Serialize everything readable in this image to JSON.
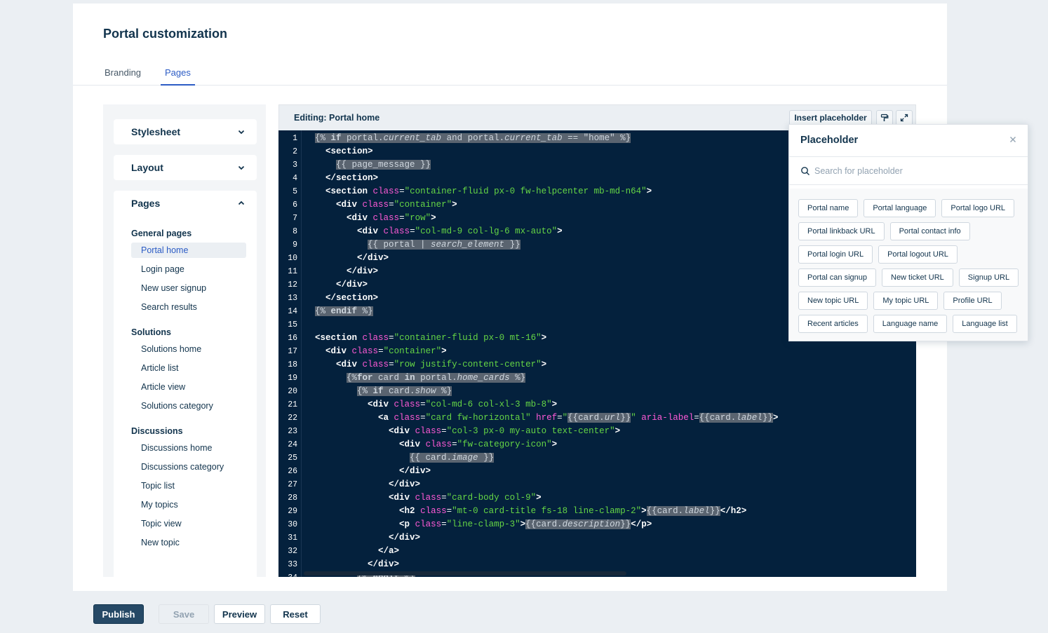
{
  "page": {
    "title": "Portal customization"
  },
  "tabs": [
    {
      "label": "Branding",
      "active": false
    },
    {
      "label": "Pages",
      "active": true
    }
  ],
  "sidebar": {
    "sections": [
      {
        "label": "Stylesheet",
        "expanded": false
      },
      {
        "label": "Layout",
        "expanded": false
      },
      {
        "label": "Pages",
        "expanded": true
      }
    ],
    "groups": [
      {
        "title": "General pages",
        "items": [
          "Portal home",
          "Login page",
          "New user signup",
          "Search results"
        ]
      },
      {
        "title": "Solutions",
        "items": [
          "Solutions home",
          "Article list",
          "Article view",
          "Solutions category"
        ]
      },
      {
        "title": "Discussions",
        "items": [
          "Discussions home",
          "Discussions category",
          "Topic list",
          "My topics",
          "Topic view",
          "New topic"
        ]
      }
    ],
    "active_item": "Portal home"
  },
  "editor": {
    "title": "Editing: Portal home",
    "insert_label": "Insert placeholder",
    "line_count": 34
  },
  "placeholder_panel": {
    "title": "Placeholder",
    "search_placeholder": "Search for placeholder",
    "chips": [
      "Portal name",
      "Portal language",
      "Portal logo URL",
      "Portal linkback URL",
      "Portal contact info",
      "Portal login URL",
      "Portal logout URL",
      "Portal can signup",
      "New ticket URL",
      "Signup URL",
      "New topic URL",
      "My topic URL",
      "Profile URL",
      "Recent articles",
      "Language name",
      "Language list"
    ]
  },
  "footer": {
    "publish": "Publish",
    "save": "Save",
    "preview": "Preview",
    "reset": "Reset"
  },
  "icons": {
    "chevron": "chevron-icon",
    "paint": "paint-roller-icon",
    "expand": "expand-icon",
    "close": "close-icon",
    "search": "search-icon"
  },
  "colors": {
    "accent": "#2c5cc5",
    "editor_bg": "#04213d",
    "keyword_attr": "#ff5ad6",
    "string": "#65d545",
    "primary_button": "#264966"
  }
}
